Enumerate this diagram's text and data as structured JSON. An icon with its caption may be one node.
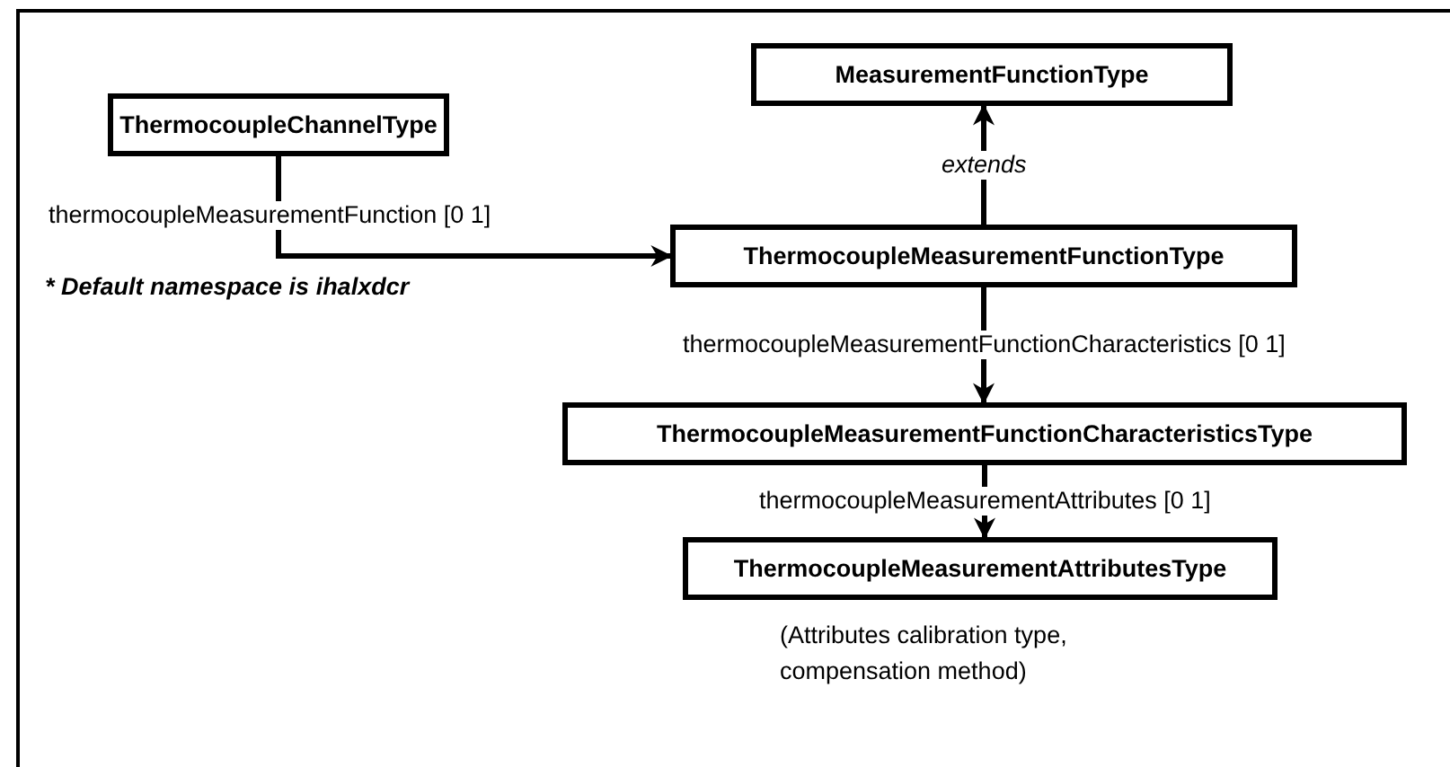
{
  "diagram": {
    "nodes": [
      {
        "text": [
          "ThermocoupleChannelType"
        ]
      },
      {
        "text": [
          "MeasurementFunctionType"
        ]
      },
      {
        "text": [
          "ThermocoupleMeasurementFunctionType"
        ]
      },
      {
        "text": [
          "ThermocoupleMeasurementFunctionCharacteristicsType"
        ]
      },
      {
        "text": [
          "ThermocoupleMeasurementAttributesType"
        ],
        "beside": [
          "(Attributes calibration type, compensation method)"
        ]
      }
    ],
    "edges": [
      {
        "from": 0,
        "to": 2,
        "arrow": "to",
        "label": "thermocoupleMeasurementFunction [0 1]"
      },
      {
        "from": 2,
        "to": 1,
        "arrow": "to",
        "label": "extends"
      },
      {
        "from": 2,
        "to": 3,
        "arrow": "to",
        "label": "thermocoupleMeasurementFunctionCharacteristics [0 1]"
      },
      {
        "from": 3,
        "to": 4,
        "arrow": "to",
        "label": "thermocoupleMeasurementAttributes [0 1]"
      }
    ],
    "labels": [
      "* Default namespace is ihalxdcr"
    ]
  }
}
